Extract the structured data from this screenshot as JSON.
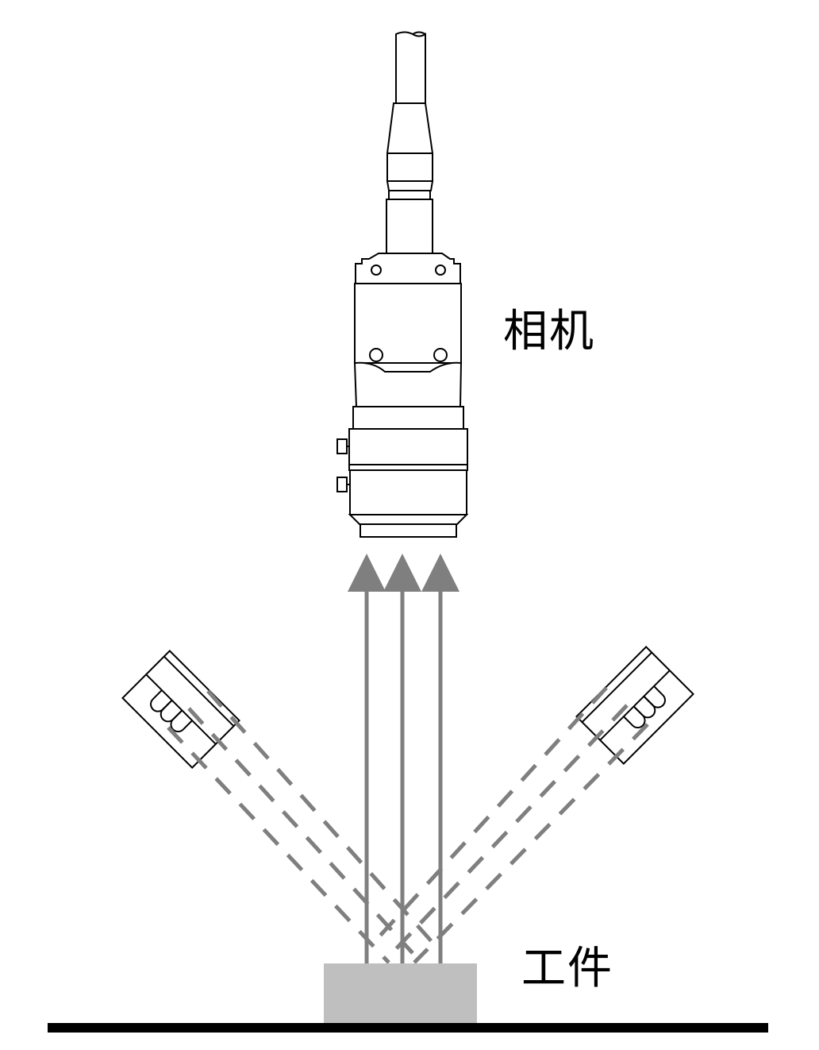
{
  "diagram": {
    "type": "machine-vision-lighting-setup",
    "labels": {
      "camera": "相机",
      "workpiece": "工件"
    },
    "colors": {
      "line": "#000000",
      "ray": "#7f7f7f",
      "workpiece_fill": "#bfbfbf",
      "ground": "#000000",
      "background": "#ffffff"
    },
    "elements": {
      "camera": "camera-with-lens-and-cable",
      "light_left": "angled-led-light-left",
      "light_right": "angled-led-light-right",
      "reflected_rays": 3,
      "incident_dashed_rays_per_light": 3,
      "workpiece": "workpiece-block",
      "ground": "ground-line"
    }
  }
}
